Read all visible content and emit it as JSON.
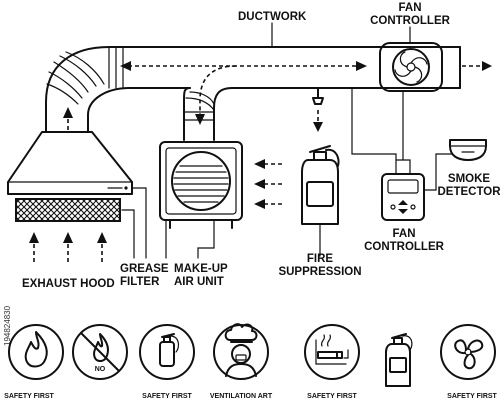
{
  "labels": {
    "ductwork": "DUCTWORK",
    "fan_controller_top": [
      "FAN",
      "CONTROLLER"
    ],
    "fan_controller_bottom": [
      "FAN",
      "CONTROLLER"
    ],
    "smoke_detector": [
      "SMOKE",
      "DETECTOR"
    ],
    "fire_suppression": [
      "FIRE",
      "SUPPRESSION"
    ],
    "exhaust_hood": "EXHAUST HOOD",
    "grease_filter": [
      "GREASE",
      "FILTER"
    ],
    "make_up_air_unit": [
      "MAKE-UP",
      "AIR UNIT"
    ]
  },
  "badges": [
    {
      "label": "SAFETY FIRST",
      "icon": "fire-icon"
    },
    {
      "label": "",
      "icon": "no-fire-icon"
    },
    {
      "label": "SAFETY FIRST",
      "icon": "fire-extinguisher-icon"
    },
    {
      "label": "VENTILATION ART",
      "icon": "chef-icon"
    },
    {
      "label": "SAFETY FIRST",
      "icon": "smoking-icon"
    },
    {
      "label": "",
      "icon": "fire-extinguisher-icon"
    },
    {
      "label": "SAFETY FIRST",
      "icon": "fan-icon"
    }
  ],
  "no_text": "NO",
  "watermark": {
    "id": "194824830"
  },
  "colors": {
    "line": "#111111",
    "background": "#ffffff"
  }
}
